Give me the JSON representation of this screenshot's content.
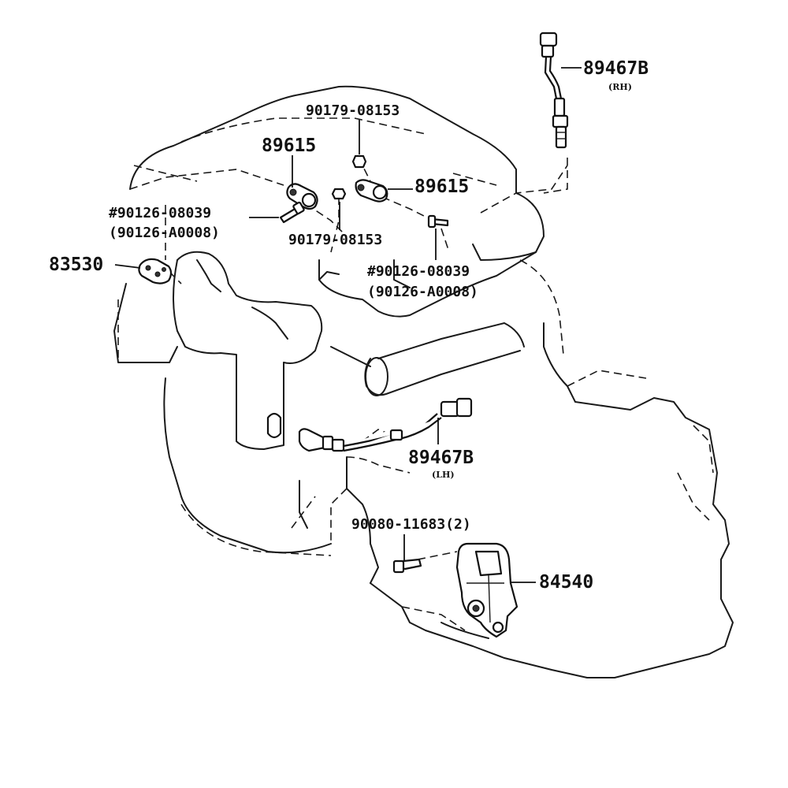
{
  "labels": {
    "oxygen_sensor_rh": "89467B",
    "oxygen_sensor_rh_note": "(RH)",
    "bolt_top": "90179-08153",
    "knock_sensor_left": "89615",
    "knock_sensor_right": "89615",
    "bolt_left_1": "#90126-08039",
    "bolt_left_2": "(90126-A0008)",
    "bolt_mid": "90179-08153",
    "oil_pressure_switch": "83530",
    "bolt_right_1": "#90126-08039",
    "bolt_right_2": "(90126-A0008)",
    "oxygen_sensor_lh": "89467B",
    "oxygen_sensor_lh_note": "(LH)",
    "bolt_bottom": "90080-11683(2)",
    "neutral_switch": "84540"
  }
}
